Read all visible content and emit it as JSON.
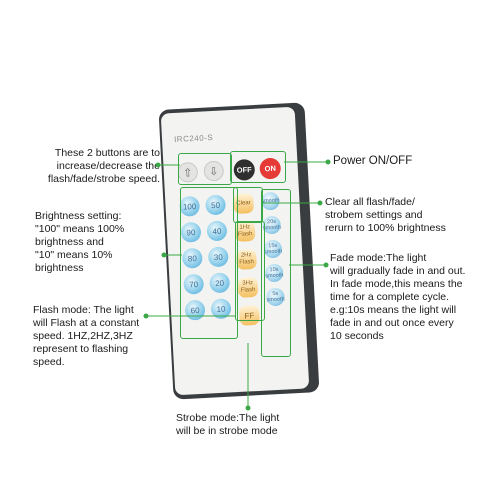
{
  "remote": {
    "model": "IRC240-S",
    "up_label": "⇧",
    "down_label": "⇩",
    "off_label": "OFF",
    "on_label": "ON",
    "brightness": [
      "100",
      "50",
      "90",
      "40",
      "80",
      "30",
      "70",
      "20",
      "60",
      "10"
    ],
    "mode_buttons": [
      "Clear",
      "1Hz\nFlash",
      "2Hz\nFlash",
      "3Hz\nFlash",
      "FF"
    ],
    "fade_buttons": [
      "smooth",
      "20s\nsmooth",
      "15s\nsmooth",
      "10s\nsmooth",
      "5s\nsmooth"
    ]
  },
  "annotations": {
    "up_down": "These 2 buttons are to\nincrease/decrease the\nflash/fade/strobe speed.",
    "power": "Power ON/OFF",
    "brightness": "Brightness setting:\n\"100\" means 100%\nbrightness and\n\"10\" means 10%\nbrightness",
    "clear": "Clear all flash/fade/\nstrobem settings and\nrerurn to 100% brightness",
    "fade": "Fade mode:The light\nwill gradually fade in and out.\nIn fade mode,this means the\ntime for a complete cycle.\ne.g:10s means the light will\nfade in and out once every\n10 seconds",
    "flash": "Flash mode: The light\nwill Flash at a constant\nspeed. 1HZ,2HZ,3HZ\nrepresent to flashing\nspeed.",
    "strobe": "Strobe mode:The light\nwill be in strobe mode"
  },
  "colors": {
    "highlight": "#3aa846",
    "leader": "#3aa846",
    "remote_frame": "#3a3d40"
  }
}
